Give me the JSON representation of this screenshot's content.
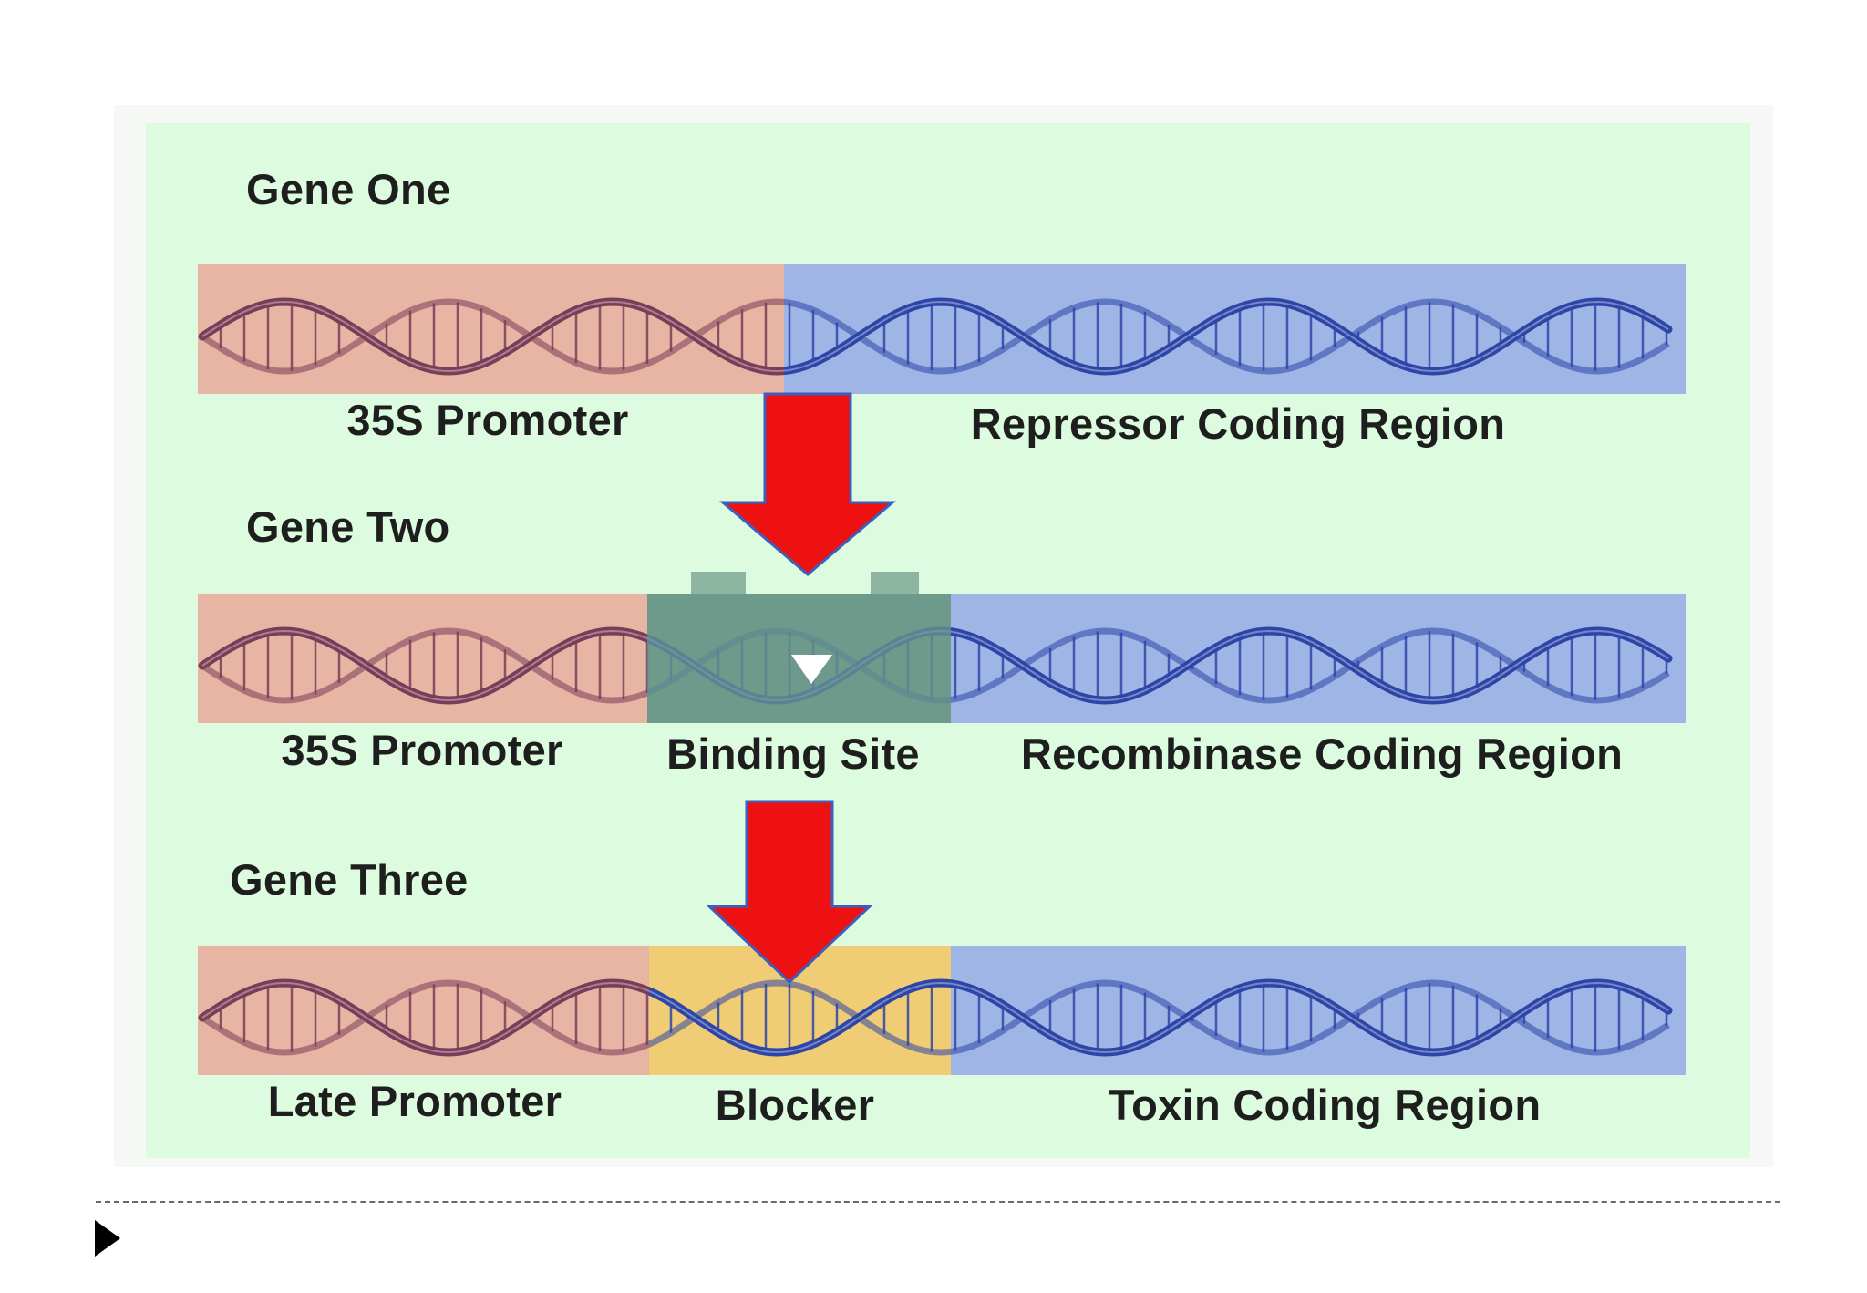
{
  "colors": {
    "promoter": "#e8b4a3",
    "coding": "#9eb5e6",
    "binding_site": "#6d9a8a",
    "blocker": "#f0cc75",
    "arrow": "#ee1111",
    "arrow_outline": "#3b5fbf",
    "dna_promoter_strand": "#7a3d58",
    "dna_coding_strand": "#2e45a8"
  },
  "genes": [
    {
      "title": "Gene One",
      "segments": [
        {
          "type": "promoter",
          "label": "35S Promoter"
        },
        {
          "type": "coding",
          "label": "Repressor Coding Region"
        }
      ]
    },
    {
      "title": "Gene Two",
      "segments": [
        {
          "type": "promoter",
          "label": "35S Promoter"
        },
        {
          "type": "binding_site",
          "label": "Binding Site"
        },
        {
          "type": "coding",
          "label": "Recombinase Coding Region"
        }
      ]
    },
    {
      "title": "Gene Three",
      "segments": [
        {
          "type": "promoter",
          "label": "Late Promoter"
        },
        {
          "type": "blocker",
          "label": "Blocker"
        },
        {
          "type": "coding",
          "label": "Toxin Coding Region"
        }
      ]
    }
  ],
  "footer": {
    "bullet_text": ""
  }
}
